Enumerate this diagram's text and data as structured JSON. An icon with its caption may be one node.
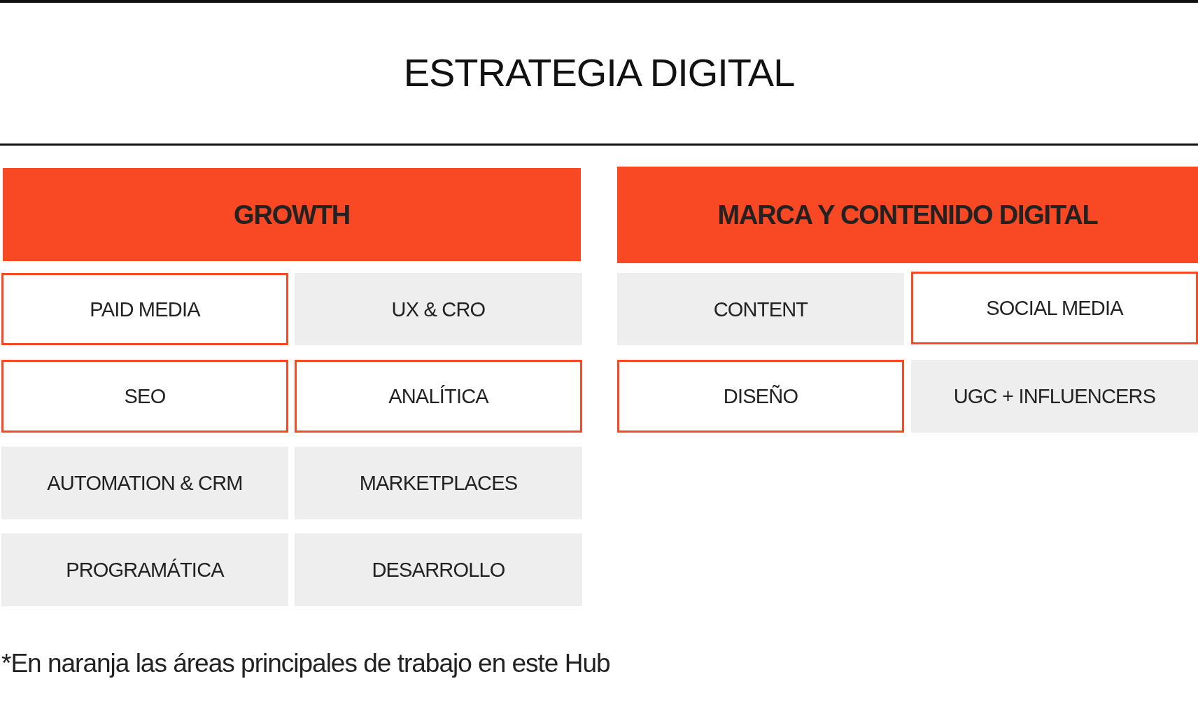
{
  "diagram": {
    "title": "ESTRATEGIA DIGITAL",
    "caption": "*En naranja las áreas principales de trabajo en este Hub",
    "nodes": [
      {
        "text": [
          "GROWTH"
        ]
      },
      {
        "text": [
          "PAID MEDIA"
        ]
      },
      {
        "text": [
          "UX & CRO"
        ]
      },
      {
        "text": [
          "SEO"
        ]
      },
      {
        "text": [
          "ANALÍTICA"
        ]
      },
      {
        "text": [
          "AUTOMATION & CRM"
        ]
      },
      {
        "text": [
          "MARKETPLACES"
        ]
      },
      {
        "text": [
          "PROGRAMÁTICA"
        ]
      },
      {
        "text": [
          "DESARROLLO"
        ]
      },
      {
        "text": [
          "MARCA Y CONTENIDO DIGITAL"
        ]
      },
      {
        "text": [
          "CONTENT"
        ]
      },
      {
        "text": [
          "SOCIAL MEDIA"
        ]
      },
      {
        "text": [
          "DISEÑO"
        ]
      },
      {
        "text": [
          "UGC + INFLUENCERS"
        ]
      }
    ],
    "edges": []
  }
}
